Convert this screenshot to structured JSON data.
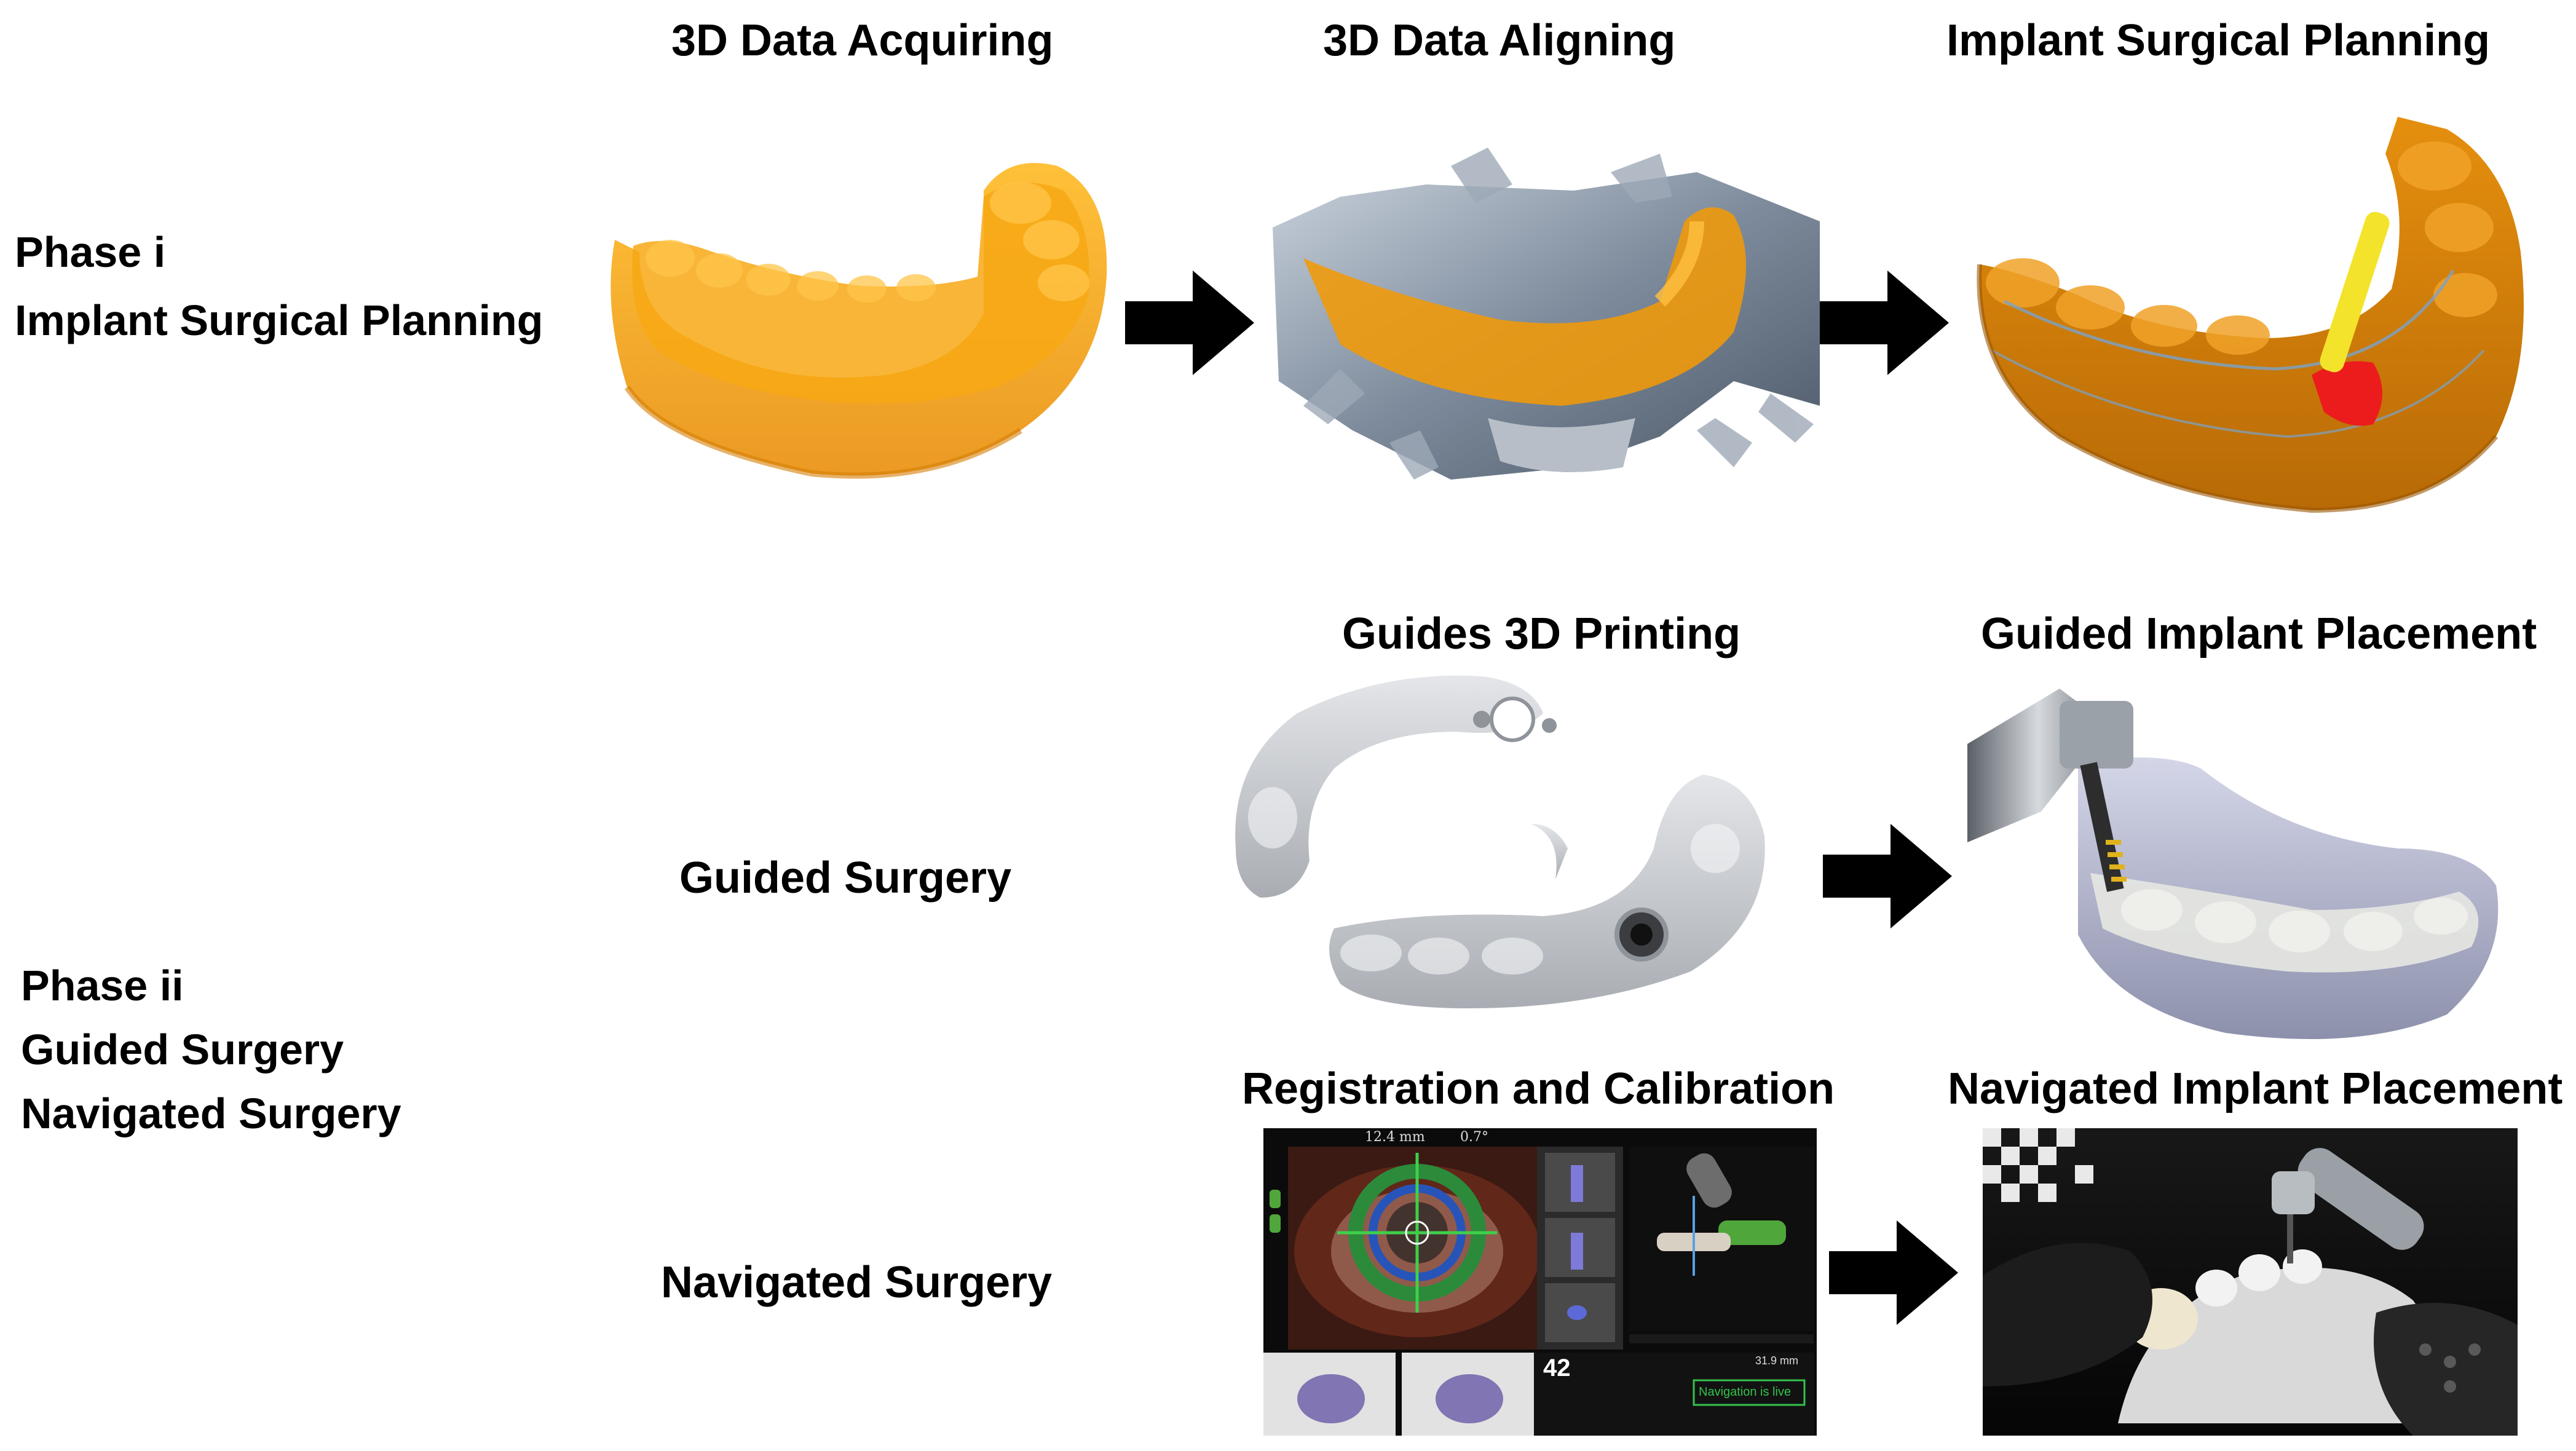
{
  "phase1": {
    "title": "Phase i",
    "subtitle": "Implant Surgical Planning"
  },
  "phase2": {
    "title": "Phase ii",
    "line1": "Guided Surgery",
    "line2": "Navigated Surgery"
  },
  "rows": {
    "guided_label": "Guided Surgery",
    "navigated_label": "Navigated Surgery"
  },
  "steps": {
    "acquiring": "3D Data Acquiring",
    "aligning": "3D Data Aligning",
    "planning": "Implant Surgical Planning",
    "printing": "Guides 3D Printing",
    "guided_placement": "Guided Implant Placement",
    "registration": "Registration and Calibration",
    "navigated_placement": "Navigated Implant Placement"
  },
  "screen": {
    "depth": "12.4 mm",
    "angle": "0.7°",
    "number": "42",
    "distance": "31.9 mm",
    "status": "Navigation is live"
  },
  "colors": {
    "model_orange": "#f5a20a",
    "model_dark_orange": "#d9840a",
    "metal": "#8d9aaa",
    "guide_gray": "#cfd2d6",
    "nav_green": "#34c24a",
    "arrow": "#000000"
  },
  "icons": [
    "arrow-right-icon",
    "dental-model-image",
    "navigation-screen-image"
  ]
}
